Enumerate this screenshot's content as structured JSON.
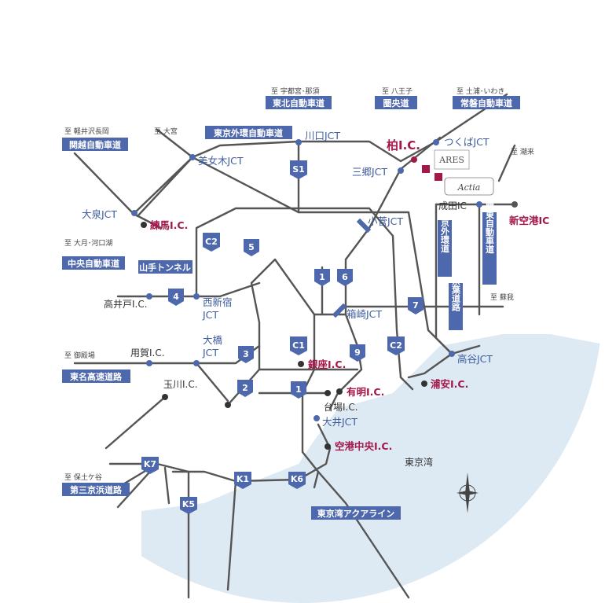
{
  "colors": {
    "accent": "#a3174a",
    "badge": "#4e68ad",
    "bay": "#dde9f3",
    "road": "#555555"
  },
  "bay": {
    "label": "東京湾"
  },
  "expressways": [
    {
      "id": "e1",
      "to": "至 宇都宮･那須",
      "name": "東北自動車道"
    },
    {
      "id": "e2",
      "to": "至 八王子",
      "name": "圏央道"
    },
    {
      "id": "e3",
      "to": "至 土浦･いわき",
      "name": "常磐自動車道"
    },
    {
      "id": "e4",
      "to": "至 軽井沢長岡",
      "name": "関越自動車道"
    },
    {
      "id": "e5",
      "to": "至 大宮",
      "name": "東京外環自動車道"
    },
    {
      "id": "e6",
      "to": "至 大月･河口湖",
      "name": "中央自動車道"
    },
    {
      "id": "e7",
      "to": "",
      "name": "山手トンネル"
    },
    {
      "id": "e8",
      "to": "至 御殿場",
      "name": "東名高速道路"
    },
    {
      "id": "e9",
      "to": "至 保土ケ谷",
      "name": "第三京浜道路"
    },
    {
      "id": "e10",
      "to": "",
      "name": "東京湾アクアライン"
    }
  ],
  "vertical_roads": [
    {
      "id": "v1",
      "name": "東京外環道"
    },
    {
      "id": "v2",
      "name": "京葉道路"
    },
    {
      "id": "v3",
      "name": "東関東自動車道"
    }
  ],
  "routes": [
    "S1",
    "C2",
    "5",
    "1",
    "6",
    "4",
    "7",
    "3",
    "C1",
    "9",
    "C2",
    "2",
    "1",
    "K7",
    "K1",
    "K6",
    "K5"
  ],
  "junctions": [
    {
      "id": "j1",
      "label": "川口JCT"
    },
    {
      "id": "j2",
      "label": "つくばJCT"
    },
    {
      "id": "j3",
      "label": "美女木JCT"
    },
    {
      "id": "j4",
      "label": "三郷JCT"
    },
    {
      "id": "j5",
      "label": "大泉JCT"
    },
    {
      "id": "j6",
      "label": "小菅JCT"
    },
    {
      "id": "j7",
      "label": "西新宿"
    },
    {
      "id": "j7b",
      "label": "JCT"
    },
    {
      "id": "j8",
      "label": "箱崎JCT"
    },
    {
      "id": "j9",
      "label": "大橋"
    },
    {
      "id": "j9b",
      "label": "JCT"
    },
    {
      "id": "j10",
      "label": "高谷JCT"
    },
    {
      "id": "j11",
      "label": "大井JCT"
    },
    {
      "id": "j12",
      "label": "成田IC"
    }
  ],
  "interchanges_dark": [
    {
      "id": "d1",
      "label": "高井戸I.C."
    },
    {
      "id": "d2",
      "label": "用賀I.C."
    },
    {
      "id": "d3",
      "label": "玉川I.C."
    },
    {
      "id": "d4",
      "label": "台場I.C."
    }
  ],
  "interchanges_red": [
    {
      "id": "r1",
      "label": "柏I.C."
    },
    {
      "id": "r2",
      "label": "練馬I.C."
    },
    {
      "id": "r3",
      "label": "銀座I.C."
    },
    {
      "id": "r4",
      "label": "有明I.C."
    },
    {
      "id": "r5",
      "label": "浦安I.C."
    },
    {
      "id": "r6",
      "label": "空港中央I.C."
    },
    {
      "id": "r7",
      "label": "新空港IC"
    }
  ],
  "side_labels": [
    {
      "id": "s1",
      "label": "至 潮来"
    },
    {
      "id": "s2",
      "label": "至 蘇我"
    }
  ],
  "logos": {
    "logo1": "ARES",
    "logo2": "Actia"
  }
}
